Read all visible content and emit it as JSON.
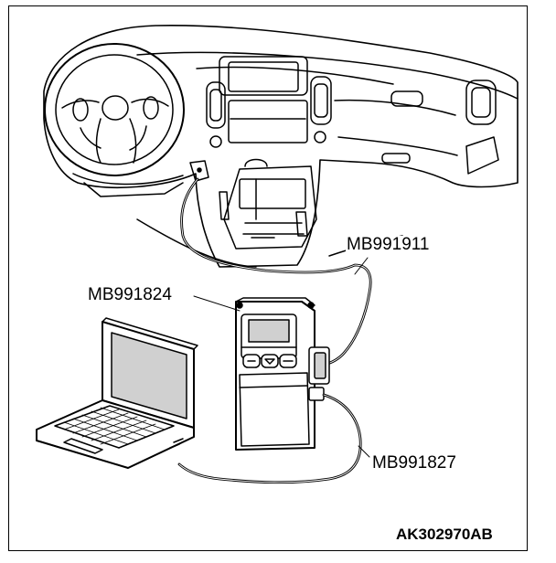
{
  "labels": {
    "main_cable": "MB991911",
    "interface_unit": "MB991824",
    "usb_cable": "MB991827",
    "figure_code": "AK302970AB"
  },
  "colors": {
    "line": "#000000",
    "background": "#ffffff",
    "shade": "#d0d0d0"
  }
}
